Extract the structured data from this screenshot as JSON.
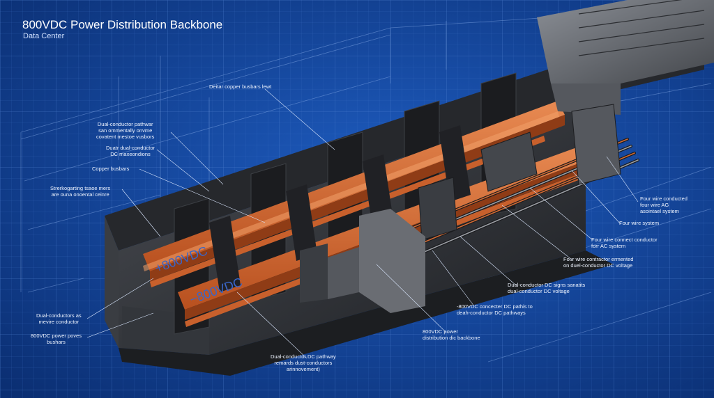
{
  "header": {
    "title": "800VDC Power Distribution Backbone",
    "subtitle": "Data Center"
  },
  "busbar_markings": {
    "upper": "+800VDC",
    "lower": "−800VDC"
  },
  "callouts": {
    "top_center": [
      "Deitar copper busbars lewt"
    ],
    "left_1": [
      "Dual-conductor pathwar",
      "san ommentally onvme",
      "covatent mestoe vusbors"
    ],
    "left_2": [
      "Duatr dual-conductor",
      "DC maxeondions"
    ],
    "left_3": [
      "Copper busbars"
    ],
    "left_4": [
      "Strerkogarting tsaoe mers",
      "are ouna onoental ceinre"
    ],
    "left_5": [
      "Dual-conductors as",
      "mevire conductor"
    ],
    "left_6": [
      "800VDC power poves",
      "bushars"
    ],
    "bottom_center": [
      "Dual-conductor DC pathway",
      "remards dust-conductors",
      "arinnovement)"
    ],
    "bottom_mid": [
      "800VDC power",
      "distribution dic backbone"
    ],
    "mid_1": [
      "-800VDC concecter DC pathis to",
      "deah-conductor DC pathways"
    ],
    "mid_2": [
      "Dual-conductor DC signs sanatits",
      "dual-conductor DC voltage"
    ],
    "mid_3": [
      "Four wire contractor ermented",
      "on duel-conductor DC voltage"
    ],
    "right_1": [
      "Four wire connect conductor",
      "forr AC system"
    ],
    "right_2": [
      "Four wire system"
    ],
    "right_3": [
      "Four wire conducted",
      "four wire AG",
      "asointael system"
    ]
  },
  "colors": {
    "blueprint_bg": "#0f3f8f",
    "grid_line": "#3f72c8",
    "copper": "#c8602c",
    "housing": "#2b2d31",
    "label_text": "#eef4ff"
  }
}
